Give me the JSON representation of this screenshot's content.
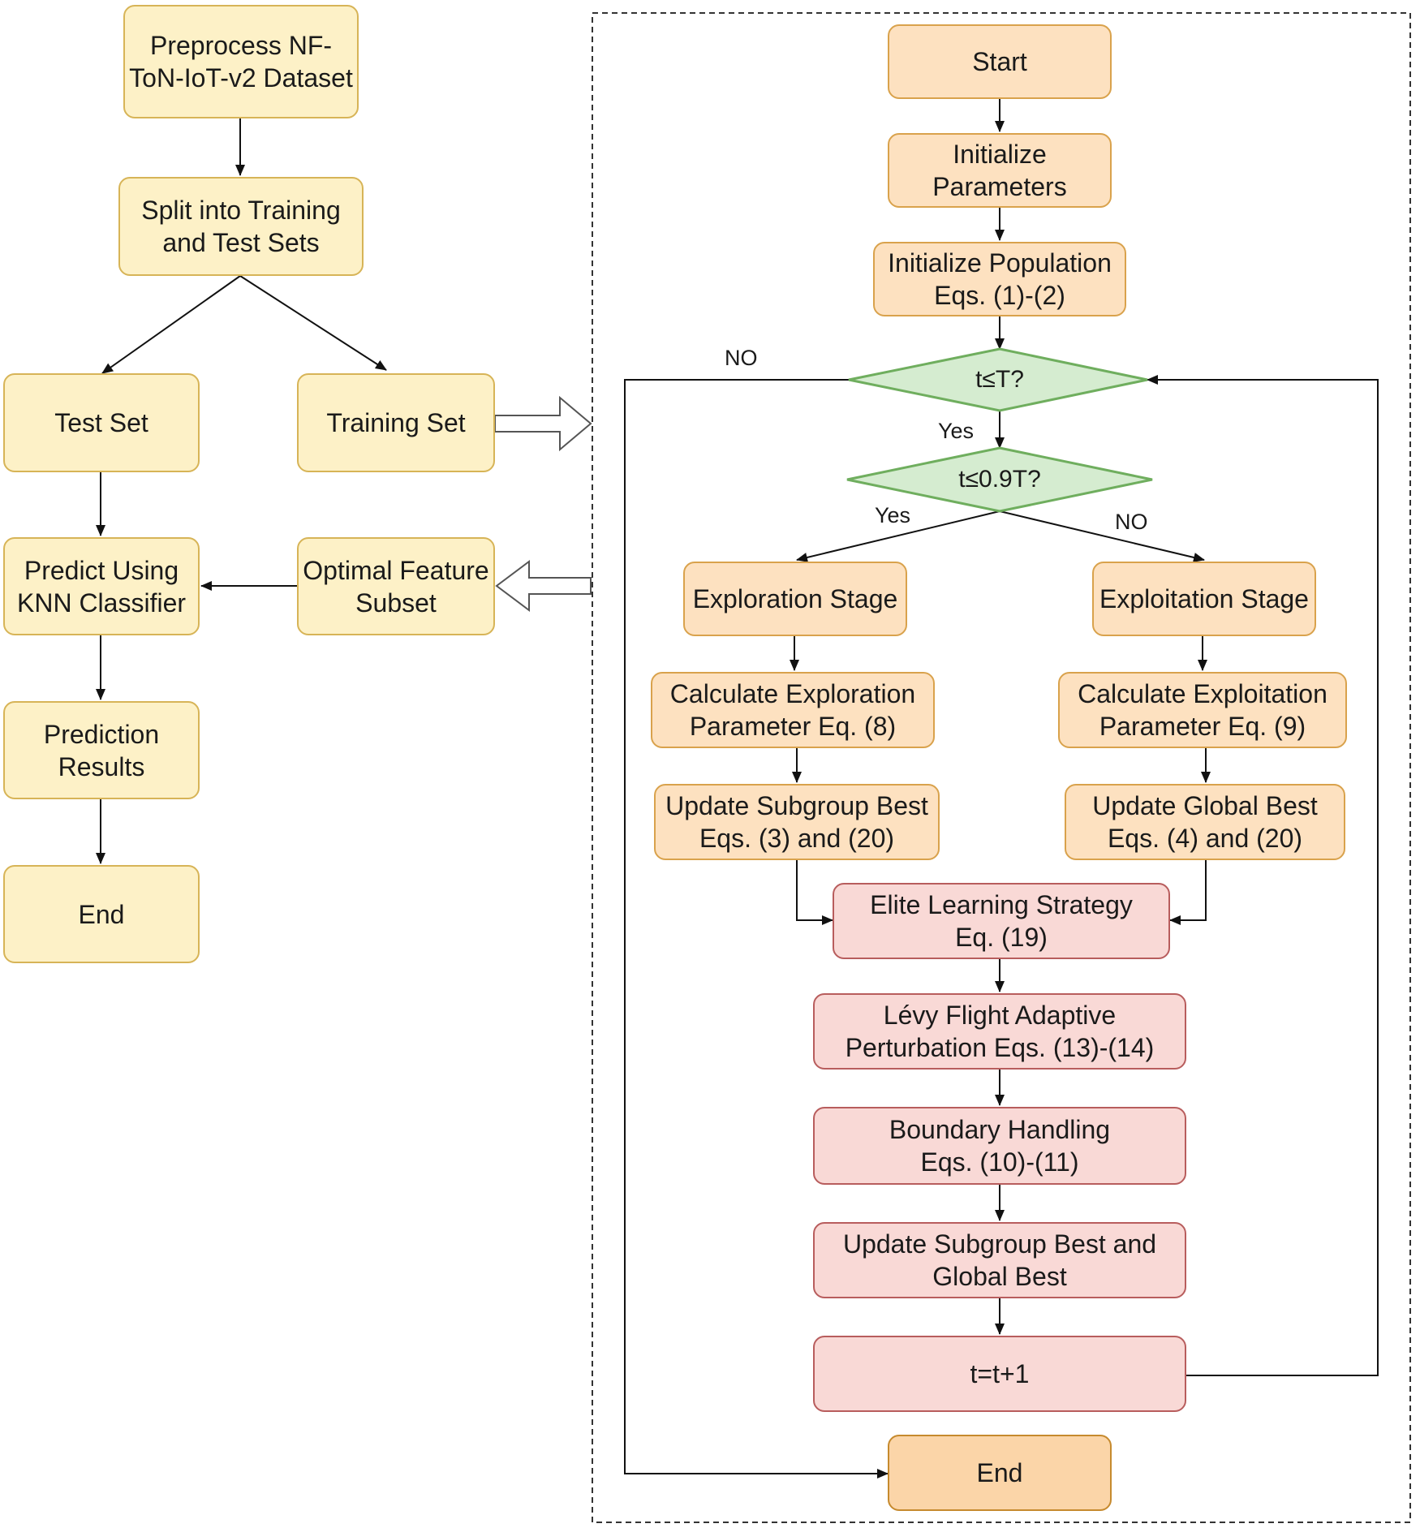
{
  "left_flow": {
    "preprocess": "Preprocess NF-\nToN-IoT-v2 Dataset",
    "split": "Split into Training\nand Test Sets",
    "test_set": "Test Set",
    "training_set": "Training Set",
    "predict": "Predict Using\nKNN Classifier",
    "optimal_subset": "Optimal Feature\nSubset",
    "prediction_results": "Prediction\nResults",
    "end": "End"
  },
  "algorithm": {
    "start": "Start",
    "init_params": "Initialize\nParameters",
    "init_population": "Initialize Population\nEqs. (1)-(2)",
    "decision_iter": "t≤T?",
    "decision_stage": "t≤0.9T?",
    "exploration_stage": "Exploration Stage",
    "exploitation_stage": "Exploitation Stage",
    "calc_exploration": "Calculate Exploration\nParameter Eq. (8)",
    "calc_exploitation": "Calculate Exploitation\nParameter Eq. (9)",
    "update_subgroup": "Update Subgroup Best\nEqs. (3) and (20)",
    "update_global": "Update Global Best\nEqs. (4) and (20)",
    "elite": "Elite Learning Strategy\nEq. (19)",
    "levy": "Lévy Flight Adaptive\nPerturbation Eqs. (13)-(14)",
    "boundary": "Boundary Handling\nEqs. (10)-(11)",
    "update_both": "Update Subgroup Best and\nGlobal Best",
    "increment": "t=t+1",
    "end": "End"
  },
  "labels": {
    "no_top": "NO",
    "yes_1": "Yes",
    "yes_2": "Yes",
    "no_2": "NO"
  },
  "colors": {
    "left_fill": "#fdf1c7",
    "left_border": "#d7b457",
    "algo_fill": "#fde1c0",
    "algo_border": "#d9a24c",
    "late_fill": "#f9d9d6",
    "late_border": "#b85d5d",
    "decision_fill": "#d5ecd0",
    "decision_border": "#6fae5e"
  }
}
